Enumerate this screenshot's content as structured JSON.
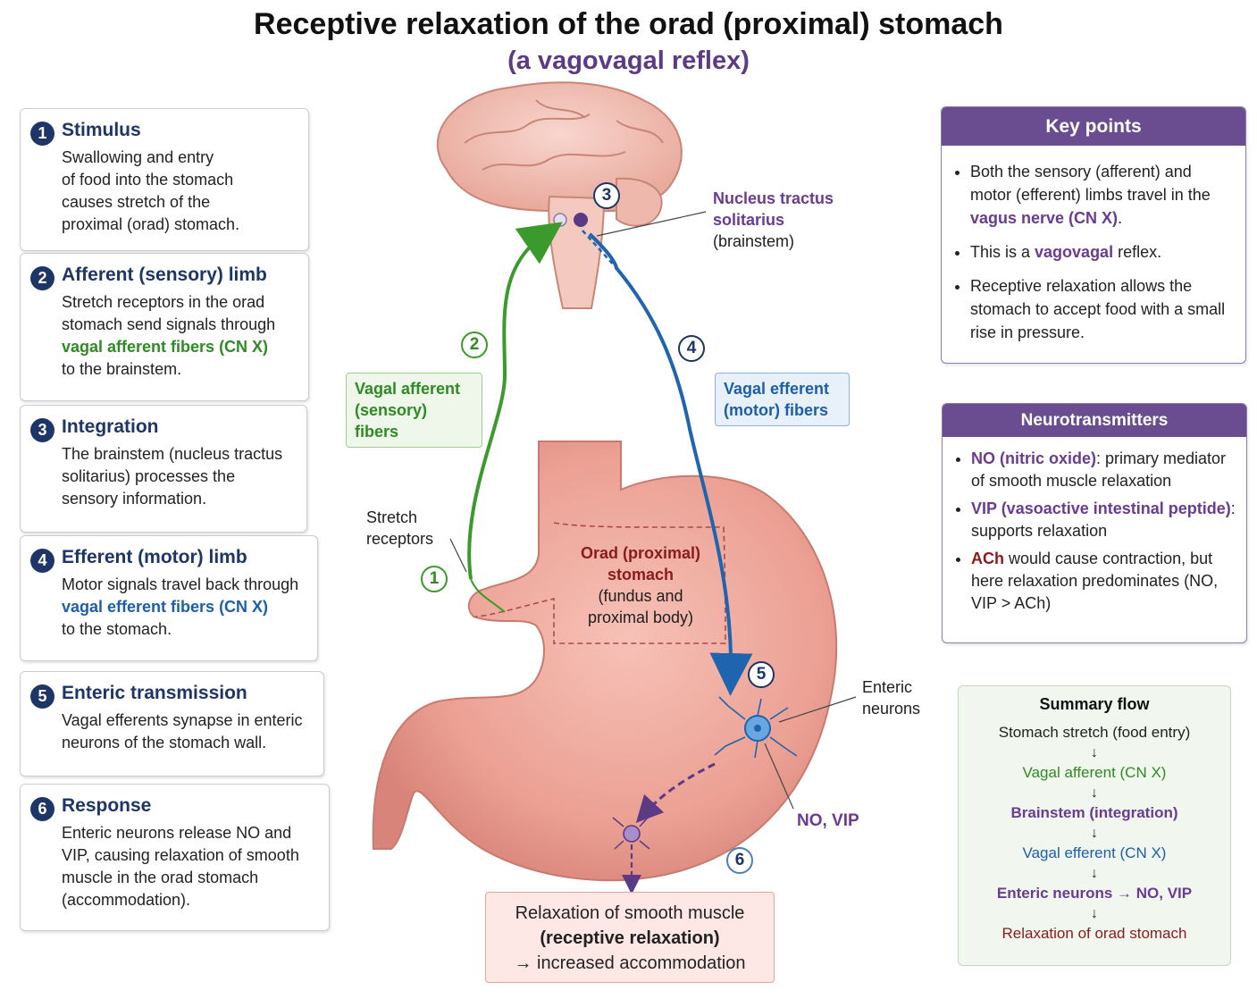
{
  "title": "Receptive relaxation of the orad (proximal) stomach",
  "subtitle": "(a vagovagal reflex)",
  "steps": [
    {
      "num": "1",
      "title": "Stimulus",
      "lines": [
        "Swallowing and entry",
        "of food into the stomach",
        "causes stretch of the",
        "proximal (orad) stomach."
      ]
    },
    {
      "num": "2",
      "title": "Afferent (sensory) limb",
      "lines": [
        "Stretch receptors in the orad",
        "stomach send signals through"
      ],
      "highlight": "vagal afferent fibers (CN X)",
      "tail": "to the brainstem."
    },
    {
      "num": "3",
      "title": "Integration",
      "lines": [
        "The brainstem (nucleus tractus",
        "solitarius) processes the",
        "sensory information."
      ]
    },
    {
      "num": "4",
      "title": "Efferent (motor) limb",
      "lines": [
        "Motor signals travel back through"
      ],
      "highlight": "vagal efferent fibers (CN X)",
      "tail": "to the stomach."
    },
    {
      "num": "5",
      "title": "Enteric transmission",
      "lines": [
        "Vagal efferents synapse in enteric",
        "neurons of the stomach wall."
      ]
    },
    {
      "num": "6",
      "title": "Response",
      "lines": [
        "Enteric neurons release NO and",
        "VIP, causing relaxation of smooth",
        "muscle in the orad stomach",
        "(accommodation)."
      ]
    }
  ],
  "key_points": {
    "header": "Key points",
    "p1_pre": "Both the sensory (afferent) and motor (efferent) limbs travel in the ",
    "p1_hl": "vagus nerve (CN X)",
    "p1_post": ".",
    "p2_pre": "This is a ",
    "p2_hl": "vagovagal",
    "p2_post": " reflex.",
    "p3": "Receptive relaxation allows the stomach to accept food with a small rise in pressure."
  },
  "neurotransmitters": {
    "header": "Neurotransmitters",
    "n1_hl": "NO (nitric oxide)",
    "n1_rest": ": primary mediator of smooth muscle relaxation",
    "n2_hl": "VIP (vasoactive intestinal peptide)",
    "n2_rest": ": supports relaxation",
    "n3_hl": "ACh",
    "n3_rest": " would cause contraction, but here relaxation predominates (NO, VIP > ACh)"
  },
  "summary": {
    "title": "Summary flow",
    "items": [
      {
        "text": "Stomach stretch (food entry)",
        "color": "#222222"
      },
      {
        "text": "Vagal afferent (CN X)",
        "color": "#2f8a25"
      },
      {
        "text": "Brainstem (integration)",
        "color": "#6a3b93"
      },
      {
        "text": "Vagal efferent (CN X)",
        "color": "#1c5fa8"
      },
      {
        "text": "Enteric neurons → NO, VIP",
        "color": "#6a3b93"
      },
      {
        "text": "Relaxation of orad stomach",
        "color": "#8b1a1a"
      }
    ]
  },
  "diagram": {
    "nts_line1": "Nucleus tractus",
    "nts_line2": "solitarius",
    "nts_line3": "(brainstem)",
    "afferent_tag_1": "Vagal afferent",
    "afferent_tag_2": "(sensory) fibers",
    "efferent_tag_1": "Vagal efferent",
    "efferent_tag_2": "(motor) fibers",
    "stretch_1": "Stretch",
    "stretch_2": "receptors",
    "orad_1": "Orad (proximal)",
    "orad_2": "stomach",
    "orad_3": "(fundus and",
    "orad_4": "proximal body)",
    "enteric_1": "Enteric",
    "enteric_2": "neurons",
    "no_vip": "NO, VIP",
    "result_1": "Relaxation of smooth muscle",
    "result_2": "(receptive relaxation)",
    "result_3": "→ increased accommodation",
    "markers": [
      "1",
      "2",
      "3",
      "4",
      "5",
      "6"
    ]
  },
  "colors": {
    "afferent": "#3a9a2c",
    "efferent": "#1f64ae",
    "purple": "#6a4d91",
    "stomach": "#eea59b",
    "brain": "#f3c2b8"
  }
}
